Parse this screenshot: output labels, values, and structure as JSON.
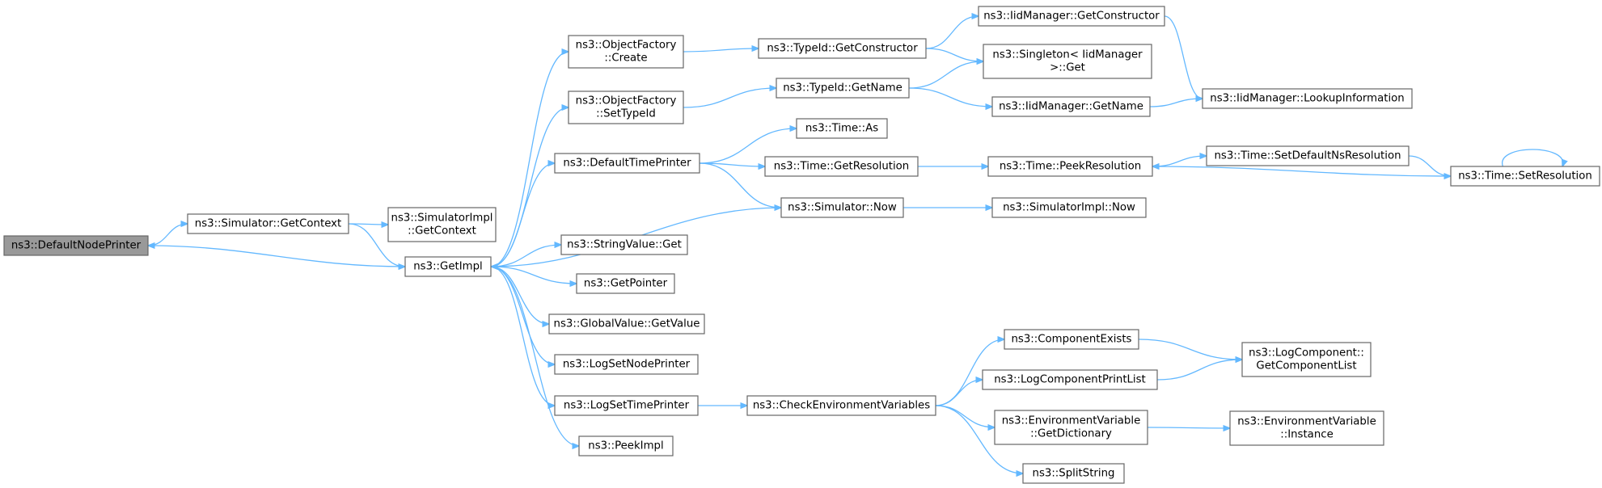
{
  "colors": {
    "edge": "#63b8ff",
    "node_border": "#666666",
    "root_fill": "#999999",
    "node_fill": "#ffffff"
  },
  "nodes": {
    "default_node_printer": [
      "ns3::DefaultNodePrinter"
    ],
    "simulator_get_context": [
      "ns3::Simulator::GetContext"
    ],
    "simulator_impl_get_context": [
      "ns3::SimulatorImpl",
      "::GetContext"
    ],
    "get_impl": [
      "ns3::GetImpl"
    ],
    "object_factory_create": [
      "ns3::ObjectFactory",
      "::Create"
    ],
    "object_factory_set_type_id": [
      "ns3::ObjectFactory",
      "::SetTypeId"
    ],
    "default_time_printer": [
      "ns3::DefaultTimePrinter"
    ],
    "string_value_get": [
      "ns3::StringValue::Get"
    ],
    "get_pointer": [
      "ns3::GetPointer"
    ],
    "global_value_get_value": [
      "ns3::GlobalValue::GetValue"
    ],
    "log_set_node_printer": [
      "ns3::LogSetNodePrinter"
    ],
    "log_set_time_printer": [
      "ns3::LogSetTimePrinter"
    ],
    "peek_impl": [
      "ns3::PeekImpl"
    ],
    "type_id_get_constructor": [
      "ns3::TypeId::GetConstructor"
    ],
    "type_id_get_name": [
      "ns3::TypeId::GetName"
    ],
    "time_as": [
      "ns3::Time::As"
    ],
    "time_get_resolution": [
      "ns3::Time::GetResolution"
    ],
    "simulator_now": [
      "ns3::Simulator::Now"
    ],
    "check_environment_variables": [
      "ns3::CheckEnvironmentVariables"
    ],
    "iid_manager_get_constructor": [
      "ns3::IidManager::GetConstructor"
    ],
    "singleton_iid_manager_get": [
      "ns3::Singleton< IidManager",
      " >::Get"
    ],
    "iid_manager_get_name": [
      "ns3::IidManager::GetName"
    ],
    "time_peek_resolution": [
      "ns3::Time::PeekResolution"
    ],
    "simulator_impl_now": [
      "ns3::SimulatorImpl::Now"
    ],
    "component_exists": [
      "ns3::ComponentExists"
    ],
    "log_component_print_list": [
      "ns3::LogComponentPrintList"
    ],
    "environment_variable_get_dictionary": [
      "ns3::EnvironmentVariable",
      "::GetDictionary"
    ],
    "split_string": [
      "ns3::SplitString"
    ],
    "iid_manager_lookup_information": [
      "ns3::IidManager::LookupInformation"
    ],
    "time_set_default_ns_resolution": [
      "ns3::Time::SetDefaultNsResolution"
    ],
    "time_set_resolution": [
      "ns3::Time::SetResolution"
    ],
    "log_component_get_component_list": [
      "ns3::LogComponent::",
      "GetComponentList"
    ],
    "environment_variable_instance": [
      "ns3::EnvironmentVariable",
      "::Instance"
    ]
  },
  "edges": [
    [
      "default_node_printer",
      "simulator_get_context"
    ],
    [
      "simulator_get_context",
      "simulator_impl_get_context"
    ],
    [
      "simulator_get_context",
      "get_impl"
    ],
    [
      "get_impl",
      "default_node_printer"
    ],
    [
      "get_impl",
      "object_factory_create"
    ],
    [
      "get_impl",
      "object_factory_set_type_id"
    ],
    [
      "get_impl",
      "default_time_printer"
    ],
    [
      "get_impl",
      "string_value_get"
    ],
    [
      "get_impl",
      "get_pointer"
    ],
    [
      "get_impl",
      "global_value_get_value"
    ],
    [
      "get_impl",
      "log_set_node_printer"
    ],
    [
      "get_impl",
      "log_set_time_printer"
    ],
    [
      "get_impl",
      "peek_impl"
    ],
    [
      "object_factory_create",
      "type_id_get_constructor"
    ],
    [
      "object_factory_set_type_id",
      "type_id_get_name"
    ],
    [
      "default_time_printer",
      "time_as"
    ],
    [
      "default_time_printer",
      "time_get_resolution"
    ],
    [
      "default_time_printer",
      "simulator_now"
    ],
    [
      "simulator_now",
      "get_impl"
    ],
    [
      "simulator_now",
      "simulator_impl_now"
    ],
    [
      "log_set_time_printer",
      "check_environment_variables"
    ],
    [
      "type_id_get_constructor",
      "iid_manager_get_constructor"
    ],
    [
      "type_id_get_constructor",
      "singleton_iid_manager_get"
    ],
    [
      "type_id_get_name",
      "singleton_iid_manager_get"
    ],
    [
      "type_id_get_name",
      "iid_manager_get_name"
    ],
    [
      "iid_manager_get_constructor",
      "iid_manager_lookup_information"
    ],
    [
      "iid_manager_get_name",
      "iid_manager_lookup_information"
    ],
    [
      "time_get_resolution",
      "time_peek_resolution"
    ],
    [
      "time_peek_resolution",
      "time_set_default_ns_resolution"
    ],
    [
      "time_set_default_ns_resolution",
      "time_set_resolution"
    ],
    [
      "time_set_resolution",
      "time_peek_resolution"
    ],
    [
      "time_set_resolution",
      "time_set_resolution"
    ],
    [
      "check_environment_variables",
      "component_exists"
    ],
    [
      "check_environment_variables",
      "log_component_print_list"
    ],
    [
      "check_environment_variables",
      "environment_variable_get_dictionary"
    ],
    [
      "check_environment_variables",
      "split_string"
    ],
    [
      "component_exists",
      "log_component_get_component_list"
    ],
    [
      "log_component_print_list",
      "log_component_get_component_list"
    ],
    [
      "environment_variable_get_dictionary",
      "environment_variable_instance"
    ]
  ]
}
